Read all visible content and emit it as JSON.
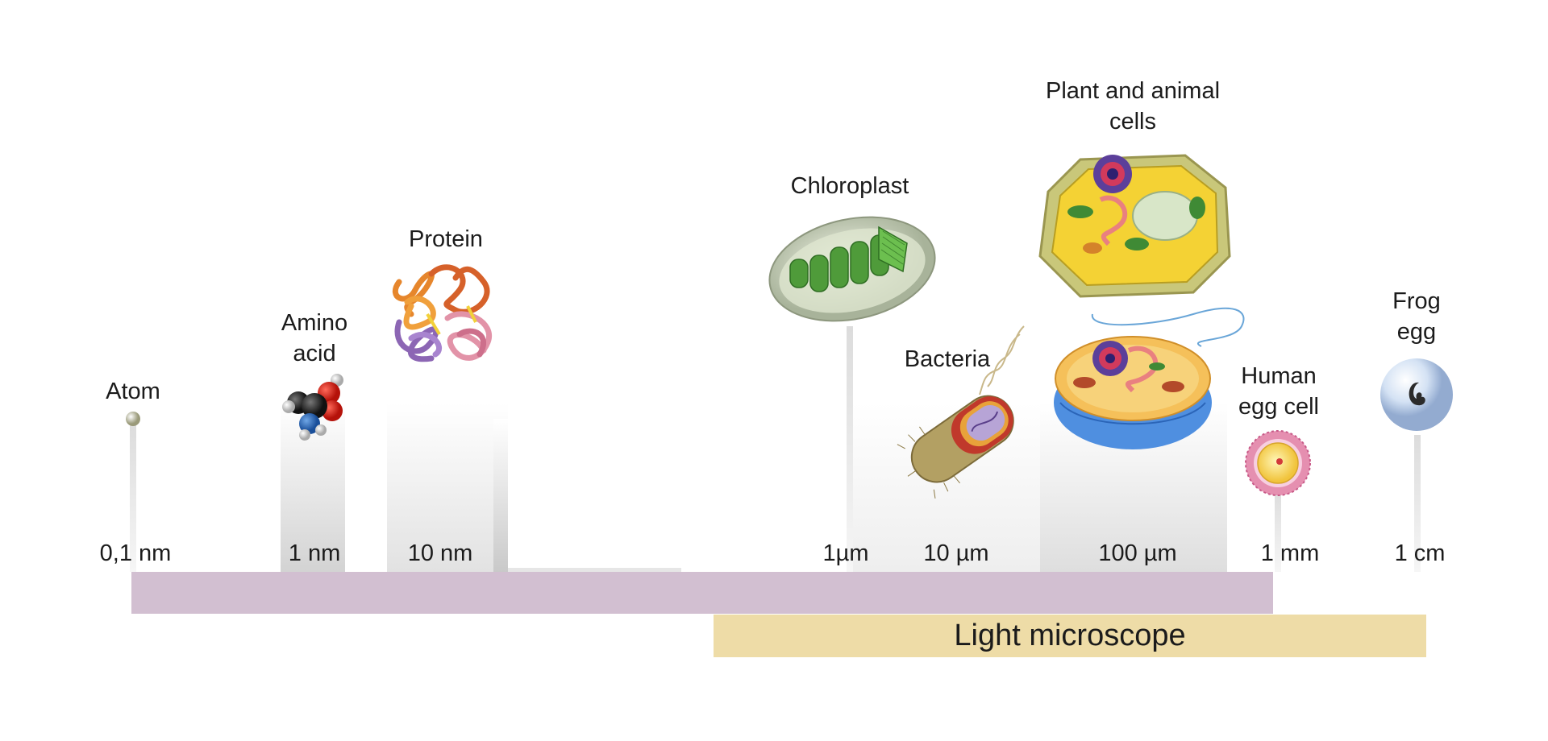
{
  "diagram": {
    "objects": {
      "atom": "Atom",
      "amino_acid": "Amino\nacid",
      "protein": "Protein",
      "chloroplast": "Chloroplast",
      "bacteria": "Bacteria",
      "plant_animal_cells": "Plant and animal\ncells",
      "human_egg_cell": "Human\negg cell",
      "frog_egg": "Frog\negg"
    },
    "scale_labels": {
      "s0": "0,1 nm",
      "s1": "1 nm",
      "s2": "10 nm",
      "s3": "1µm",
      "s4": "10 µm",
      "s5": "100 µm",
      "s6": "1 mm",
      "s7": "1 cm"
    },
    "bars": {
      "light_microscope": "Light microscope"
    },
    "colors": {
      "electron_bar": "#d2bfd1",
      "light_bar": "#eedca7"
    }
  }
}
